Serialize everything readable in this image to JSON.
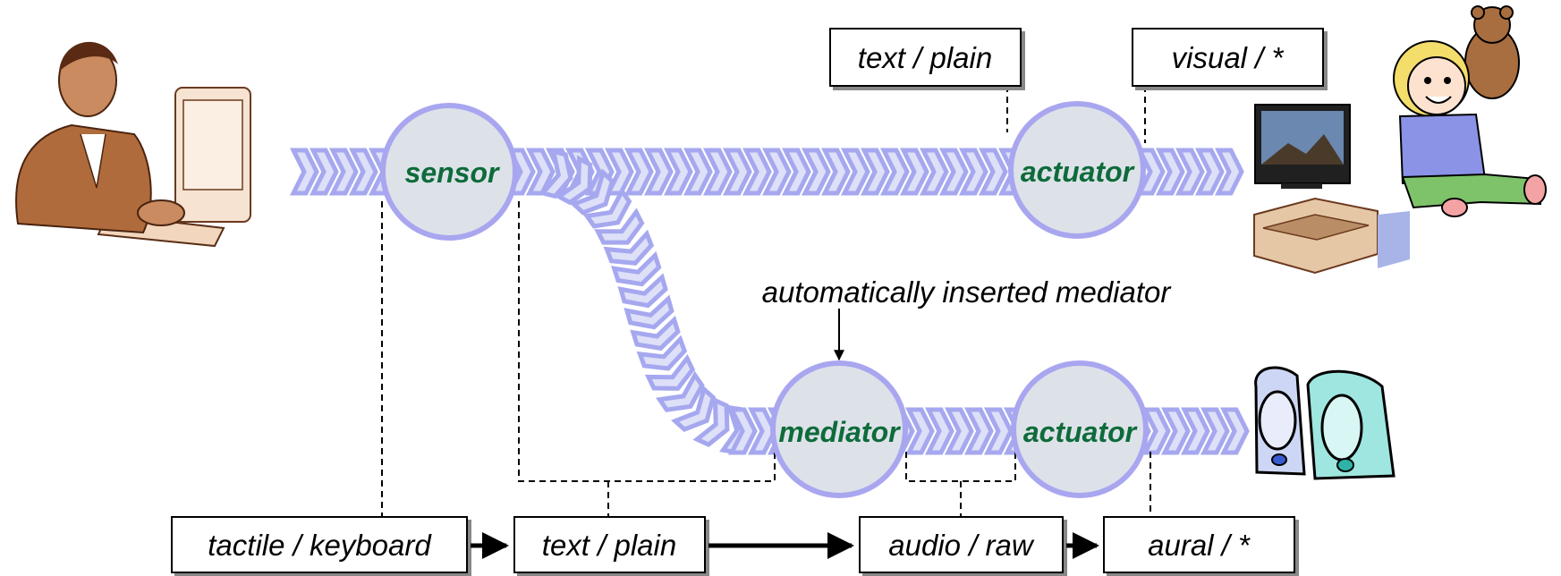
{
  "colors": {
    "stream": "#a6a8ef",
    "stream_light": "#dde0f7",
    "node_fill": "#dde2e9",
    "node_stroke": "#a9a6f0",
    "node_text": "#0e6b3a"
  },
  "nodes": {
    "sensor": "sensor",
    "actuator_top": "actuator",
    "mediator": "mediator",
    "actuator_bottom": "actuator"
  },
  "type_boxes_top": {
    "text_plain": "text / plain",
    "visual": "visual / *"
  },
  "type_boxes_bottom": {
    "tactile": "tactile / keyboard",
    "text_plain": "text / plain",
    "audio": "audio / raw",
    "aural": "aural / *"
  },
  "annotation": "automatically inserted mediator",
  "icons": [
    "person-at-computer-icon",
    "child-with-teddy-bear-icon",
    "television-icon",
    "printer-icon",
    "speakers-icon"
  ]
}
